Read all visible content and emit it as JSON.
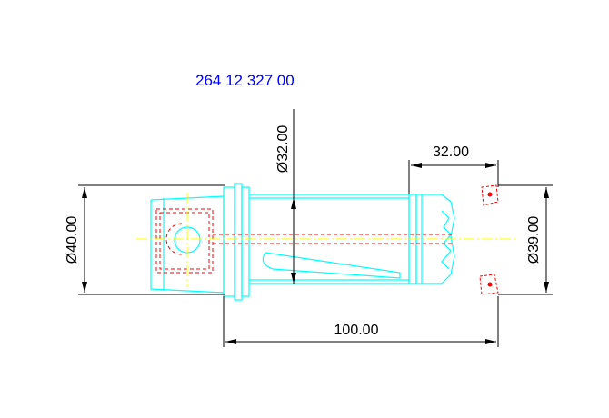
{
  "part_number": "264 12 327 00",
  "dimensions": {
    "diameter_shank": "Ø32.00",
    "diameter_body": "Ø40.00",
    "diameter_tip": "Ø39.00",
    "length_total": "100.00",
    "length_tip": "32.00"
  },
  "colors": {
    "part_outline": "#00ffff",
    "hidden_lines": "#ff0000",
    "center_lines": "#ffff00",
    "dimension_lines": "#000000",
    "title_text": "#0000ff"
  }
}
